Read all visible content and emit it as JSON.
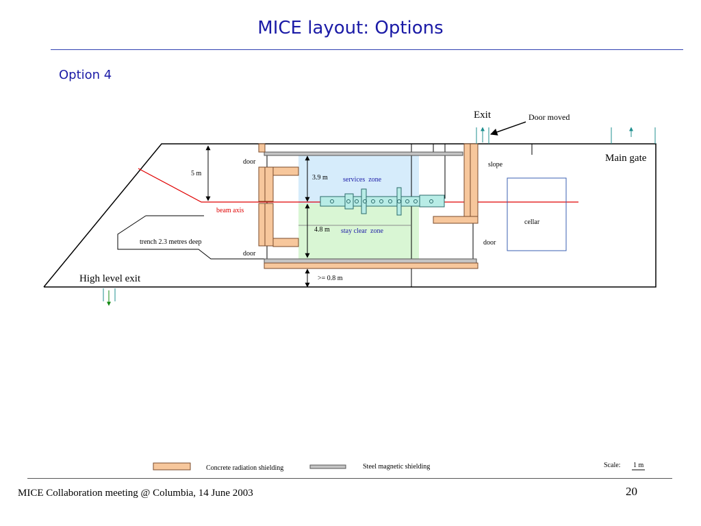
{
  "title": "MICE layout: Options",
  "subtitle": "Option 4",
  "labels": {
    "exit": "Exit",
    "door_moved": "Door moved",
    "main_gate": "Main gate",
    "high_level_exit": "High level exit",
    "door_top": "door",
    "door_bottom": "door",
    "door_right": "door",
    "height_5m": "5 m",
    "height_39m": "3.9 m",
    "height_48m": "4.8 m",
    "clearance": ">= 0.8 m",
    "services_zone": "services  zone",
    "stay_clear_zone": "stay clear  zone",
    "beam_axis": "beam axis",
    "trench": "trench 2.3 metres deep",
    "slope": "slope",
    "cellar": "cellar"
  },
  "legend": {
    "concrete": "Concrete radiation shielding",
    "steel": "Steel magnetic shielding",
    "scale_label": "Scale:",
    "scale_value": "1 m"
  },
  "footer": {
    "text": "MICE Collaboration meeting @ Columbia, 14 June 2003",
    "page": "20"
  },
  "colors": {
    "title": "#1a1aa6",
    "concrete": "#f7c79c",
    "steel": "#c4c4c4",
    "services_zone": "#d6ecfb",
    "stay_clear_zone": "#d9f6d4",
    "beam_axis": "#e00000",
    "exit_arrow": "#1f8f8f",
    "high_exit_arrow": "#118811",
    "cellar": "#3a5fb0"
  }
}
